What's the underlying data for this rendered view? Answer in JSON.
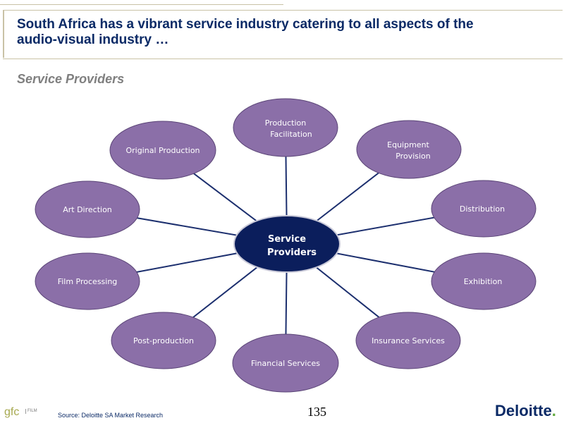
{
  "header": {
    "title": "South Africa has a vibrant service industry catering to all aspects of the audio-visual industry …"
  },
  "subtitle": "Service Providers",
  "diagram": {
    "center": {
      "line1": "Service",
      "line2": "Providers"
    },
    "nodes": [
      {
        "id": "production-facilitation",
        "line1": "Production",
        "line2": "Facilitation"
      },
      {
        "id": "equipment-provision",
        "line1": "Equipment",
        "line2": "Provision"
      },
      {
        "id": "distribution",
        "line1": "Distribution",
        "line2": ""
      },
      {
        "id": "exhibition",
        "line1": "Exhibition",
        "line2": ""
      },
      {
        "id": "insurance-services",
        "line1": "Insurance Services",
        "line2": ""
      },
      {
        "id": "financial-services",
        "line1": "Financial Services",
        "line2": ""
      },
      {
        "id": "post-production",
        "line1": "Post-production",
        "line2": ""
      },
      {
        "id": "film-processing",
        "line1": "Film Processing",
        "line2": ""
      },
      {
        "id": "art-direction",
        "line1": "Art Direction",
        "line2": ""
      },
      {
        "id": "original-production",
        "line1": "Original Production",
        "line2": ""
      }
    ],
    "colors": {
      "node_fill": "#8b6fa8",
      "node_stroke": "#5b4577",
      "center_fill": "#0b1e5c",
      "connector": "#1c2f6e"
    }
  },
  "footer": {
    "source": "Source: Deloitte SA Market Research",
    "page_number": "135",
    "logo_left": "gfc",
    "logo_left_sub": "FILM",
    "logo_right": "Deloitte",
    "logo_right_dot": "."
  }
}
